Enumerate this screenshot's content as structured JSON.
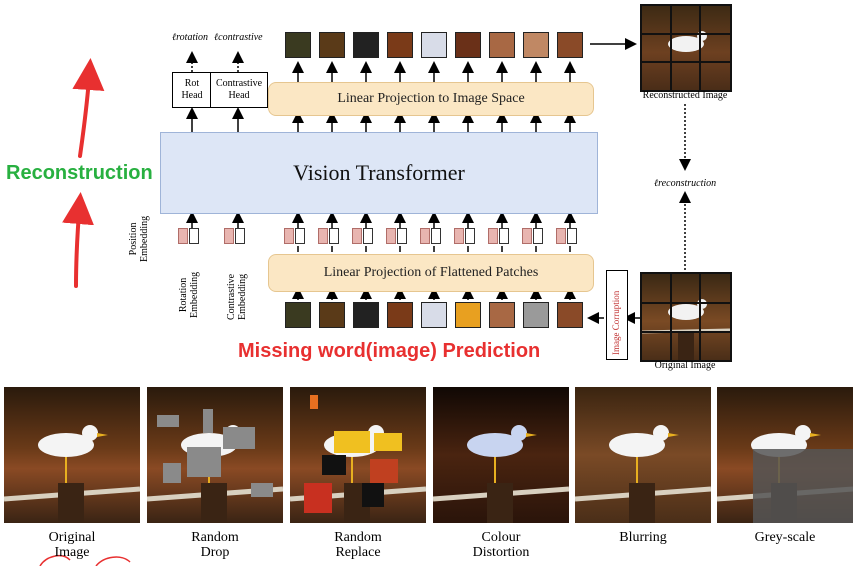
{
  "loss_labels": {
    "rotation": "ℓrotation",
    "contrastive": "ℓcontrastive",
    "reconstruction": "ℓreconstruction"
  },
  "heads": {
    "rot": "Rot\nHead",
    "contrastive": "Contrastive\nHead"
  },
  "linear_projection_top": "Linear Projection to Image Space",
  "vision_transformer": "Vision Transformer",
  "linear_projection_bottom": "Linear Projection of Flattened Patches",
  "embedding_labels": {
    "position": "Position\nEmbedding",
    "rotation": "Rotation\nEmbedding",
    "contrastive": "Contrastive\nEmbedding"
  },
  "image_corruption": "Image Corruption",
  "reconstructed_image": "Reconstructed Image",
  "original_image_top": "Original Image",
  "annotations": {
    "reconstruction": "Reconstruction",
    "missing_word": "Missing word(image) Prediction"
  },
  "examples": [
    {
      "label": "Original\nImage"
    },
    {
      "label": "Random\nDrop"
    },
    {
      "label": "Random\nReplace"
    },
    {
      "label": "Colour\nDistortion"
    },
    {
      "label": "Blurring"
    },
    {
      "label": "Grey-scale"
    }
  ],
  "colors": {
    "vit_fill": "#dde6f6",
    "proj_fill": "#fbe7c4",
    "embedding_pink": "#e8b5b0",
    "annotation_red": "#e83030",
    "annotation_green": "#28b040"
  }
}
